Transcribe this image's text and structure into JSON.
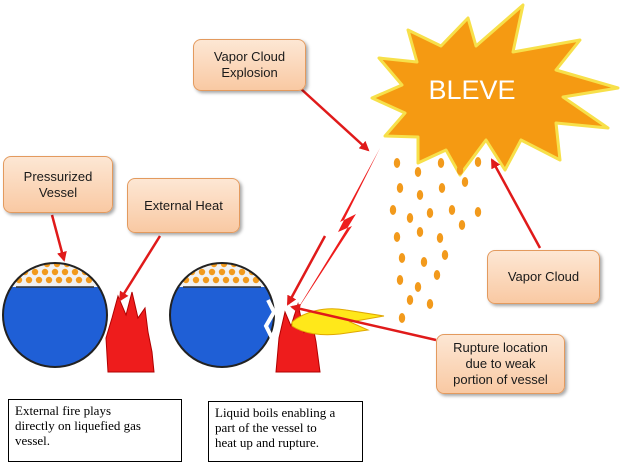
{
  "labels": {
    "bleve": "BLEVE",
    "vapor_cloud_explosion": "Vapor Cloud\nExplosion",
    "pressurized_vessel": "Pressurized\nVessel",
    "external_heat": "External Heat",
    "vapor_cloud": "Vapor Cloud",
    "rupture_location": "Rupture location\ndue to weak\nportion of vessel"
  },
  "captions": {
    "left": "External fire plays\ndirectly on liquefied gas\nvessel.",
    "right": "Liquid boils enabling a\npart of the vessel to\nheat up and rupture."
  },
  "colors": {
    "liquid": "#1f5fd6",
    "vapor_droplet": "#f29a1c",
    "fire": "#ee1c1c",
    "explosion": "#f59a12",
    "arrow": "#e01a1a",
    "callout_fill": "#fbd7b8"
  }
}
